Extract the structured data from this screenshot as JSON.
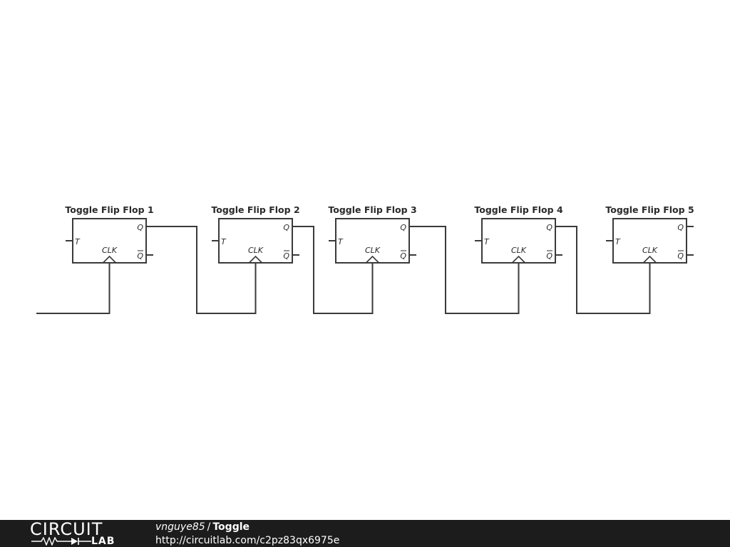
{
  "diagram": {
    "flip_flops": [
      {
        "title": "Toggle Flip Flop 1",
        "t_label": "T",
        "clk_label": "CLK",
        "q_label": "Q",
        "qbar_label": "Q"
      },
      {
        "title": "Toggle Flip Flop 2",
        "t_label": "T",
        "clk_label": "CLK",
        "q_label": "Q",
        "qbar_label": "Q"
      },
      {
        "title": "Toggle Flip Flop 3",
        "t_label": "T",
        "clk_label": "CLK",
        "q_label": "Q",
        "qbar_label": "Q"
      },
      {
        "title": "Toggle Flip Flop 4",
        "t_label": "T",
        "clk_label": "CLK",
        "q_label": "Q",
        "qbar_label": "Q"
      },
      {
        "title": "Toggle Flip Flop 5",
        "t_label": "T",
        "clk_label": "CLK",
        "q_label": "Q",
        "qbar_label": "Q"
      }
    ],
    "connections": [
      {
        "from": "input",
        "to": "Toggle Flip Flop 1.CLK"
      },
      {
        "from": "Toggle Flip Flop 1.Q",
        "to": "Toggle Flip Flop 2.CLK"
      },
      {
        "from": "Toggle Flip Flop 2.Q",
        "to": "Toggle Flip Flop 3.CLK"
      },
      {
        "from": "Toggle Flip Flop 3.Q",
        "to": "Toggle Flip Flop 4.CLK"
      },
      {
        "from": "Toggle Flip Flop 4.Q",
        "to": "Toggle Flip Flop 5.CLK"
      }
    ]
  },
  "footer": {
    "logo_top": "CIRCUIT",
    "logo_bottom": "LAB",
    "user": "vnguye85",
    "separator": "/",
    "title": "Toggle",
    "url": "http://circuitlab.com/c2pz83qx6975e"
  },
  "colors": {
    "wire": "#3a3a3a",
    "footer_bg": "#1c1c1c"
  }
}
